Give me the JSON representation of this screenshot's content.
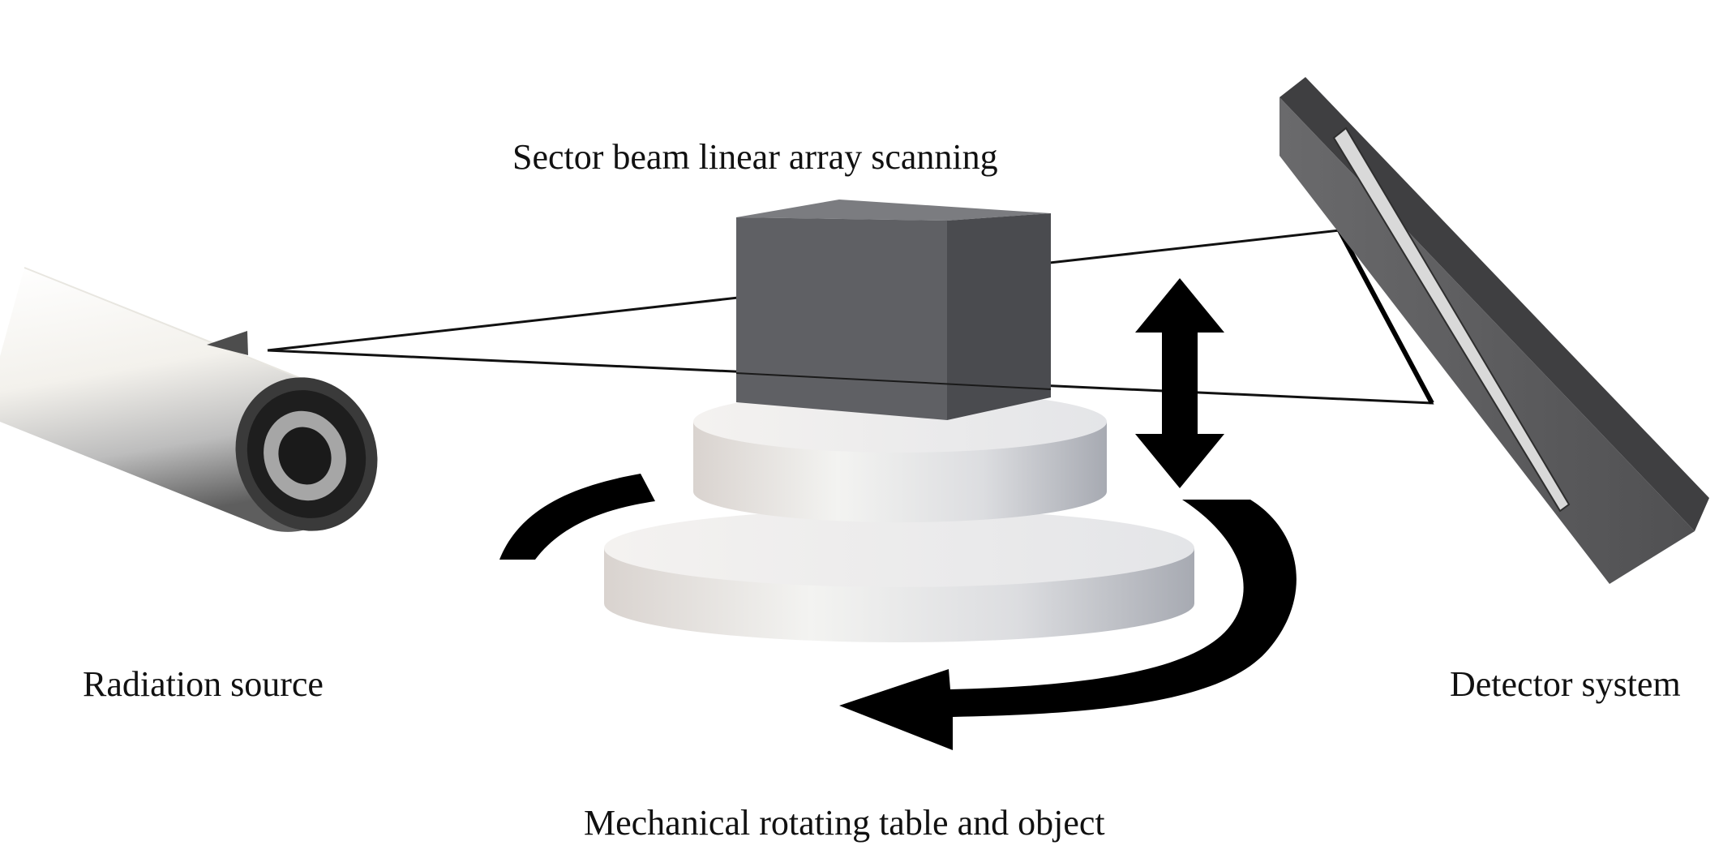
{
  "labels": {
    "sector_beam": "Sector beam linear array scanning",
    "radiation_source": "Radiation source",
    "detector_system": "Detector system",
    "rotating_table": "Mechanical rotating table and object"
  },
  "colors": {
    "background": "#ffffff",
    "text": "#111111",
    "arrow": "#000000",
    "cube_front": "#5f6064",
    "cube_side": "#4b4c50",
    "cube_top": "#7a7b7f",
    "detector_body": "#5a5a5c",
    "detector_slot": "#d9d9d9",
    "tube_light": "#f7f6f2",
    "tube_dark": "#6e6e6e",
    "disc_light": "#eeeeec",
    "disc_dark": "#b4b6bc"
  }
}
